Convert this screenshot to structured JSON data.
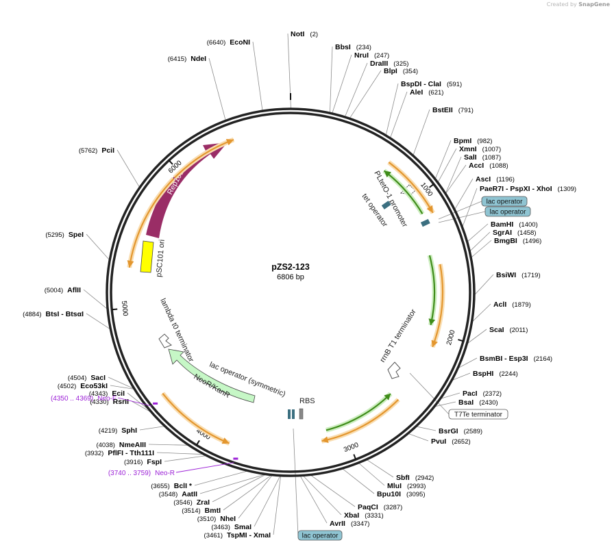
{
  "credit": {
    "prefix": "Created by",
    "brand": "SnapGene"
  },
  "plasmid": {
    "name": "pZS2-123",
    "length": "6806 bp",
    "total_bp": 6806
  },
  "ticks": [
    "1000",
    "2000",
    "3000",
    "4000",
    "5000",
    "6000"
  ],
  "sites": [
    {
      "name": "NotI",
      "pos": "(2)",
      "bp": 2,
      "side": "R"
    },
    {
      "name": "BbsI",
      "pos": "(234)",
      "bp": 234,
      "side": "R"
    },
    {
      "name": "NruI",
      "pos": "(247)",
      "bp": 247,
      "side": "R"
    },
    {
      "name": "DraIII",
      "pos": "(325)",
      "bp": 325,
      "side": "R"
    },
    {
      "name": "BlpI",
      "pos": "(354)",
      "bp": 354,
      "side": "R"
    },
    {
      "name": "BspDI - ClaI",
      "pos": "(591)",
      "bp": 591,
      "side": "R"
    },
    {
      "name": "AleI",
      "pos": "(621)",
      "bp": 621,
      "side": "R"
    },
    {
      "name": "BstEII",
      "pos": "(791)",
      "bp": 791,
      "side": "R"
    },
    {
      "name": "BpmI",
      "pos": "(982)",
      "bp": 982,
      "side": "R"
    },
    {
      "name": "XmnI",
      "pos": "(1007)",
      "bp": 1007,
      "side": "R"
    },
    {
      "name": "SalI",
      "pos": "(1087)",
      "bp": 1087,
      "side": "R"
    },
    {
      "name": "AccI",
      "pos": "(1088)",
      "bp": 1088,
      "side": "R"
    },
    {
      "name": "AscI",
      "pos": "(1196)",
      "bp": 1196,
      "side": "R"
    },
    {
      "name": "PaeR7I - PspXI - XhoI",
      "pos": "(1309)",
      "bp": 1309,
      "side": "R"
    },
    {
      "name": "BamHI",
      "pos": "(1400)",
      "bp": 1400,
      "side": "R"
    },
    {
      "name": "SgrAI",
      "pos": "(1458)",
      "bp": 1458,
      "side": "R"
    },
    {
      "name": "BmgBI",
      "pos": "(1496)",
      "bp": 1496,
      "side": "R"
    },
    {
      "name": "BsiWI",
      "pos": "(1719)",
      "bp": 1719,
      "side": "R"
    },
    {
      "name": "AclI",
      "pos": "(1879)",
      "bp": 1879,
      "side": "R"
    },
    {
      "name": "ScaI",
      "pos": "(2011)",
      "bp": 2011,
      "side": "R"
    },
    {
      "name": "BsmBI - Esp3I",
      "pos": "(2164)",
      "bp": 2164,
      "side": "R"
    },
    {
      "name": "BspHI",
      "pos": "(2244)",
      "bp": 2244,
      "side": "R"
    },
    {
      "name": "PacI",
      "pos": "(2372)",
      "bp": 2372,
      "side": "R"
    },
    {
      "name": "BsaI",
      "pos": "(2430)",
      "bp": 2430,
      "side": "R"
    },
    {
      "name": "BsrGI",
      "pos": "(2589)",
      "bp": 2589,
      "side": "R"
    },
    {
      "name": "PvuI",
      "pos": "(2652)",
      "bp": 2652,
      "side": "R"
    },
    {
      "name": "SbfI",
      "pos": "(2942)",
      "bp": 2942,
      "side": "R"
    },
    {
      "name": "MluI",
      "pos": "(2993)",
      "bp": 2993,
      "side": "R"
    },
    {
      "name": "Bpu10I",
      "pos": "(3095)",
      "bp": 3095,
      "side": "R"
    },
    {
      "name": "PaqCI",
      "pos": "(3287)",
      "bp": 3287,
      "side": "R"
    },
    {
      "name": "XbaI",
      "pos": "(3331)",
      "bp": 3331,
      "side": "R"
    },
    {
      "name": "AvrII",
      "pos": "(3347)",
      "bp": 3347,
      "side": "R"
    },
    {
      "name": "TspMI - XmaI",
      "pos": "(3461)",
      "bp": 3461,
      "side": "L"
    },
    {
      "name": "SmaI",
      "pos": "(3463)",
      "bp": 3463,
      "side": "L"
    },
    {
      "name": "NheI",
      "pos": "(3510)",
      "bp": 3510,
      "side": "L"
    },
    {
      "name": "BmtI",
      "pos": "(3514)",
      "bp": 3514,
      "side": "L"
    },
    {
      "name": "ZraI",
      "pos": "(3546)",
      "bp": 3546,
      "side": "L"
    },
    {
      "name": "AatII",
      "pos": "(3548)",
      "bp": 3548,
      "side": "L"
    },
    {
      "name": "BclI *",
      "pos": "(3655)",
      "bp": 3655,
      "side": "L"
    },
    {
      "name": "FspI",
      "pos": "(3916)",
      "bp": 3916,
      "side": "L"
    },
    {
      "name": "PflFI - Tth111I",
      "pos": "(3932)",
      "bp": 3932,
      "side": "L"
    },
    {
      "name": "NmeAIII",
      "pos": "(4038)",
      "bp": 4038,
      "side": "L"
    },
    {
      "name": "SphI",
      "pos": "(4219)",
      "bp": 4219,
      "side": "L"
    },
    {
      "name": "RsrII",
      "pos": "(4330)",
      "bp": 4330,
      "side": "L"
    },
    {
      "name": "EciI",
      "pos": "(4343)",
      "bp": 4343,
      "side": "L"
    },
    {
      "name": "Eco53kI",
      "pos": "(4502)",
      "bp": 4502,
      "side": "L"
    },
    {
      "name": "SacI",
      "pos": "(4504)",
      "bp": 4504,
      "side": "L"
    },
    {
      "name": "BtsI - BtsαI",
      "pos": "(4884)",
      "bp": 4884,
      "side": "L"
    },
    {
      "name": "AflII",
      "pos": "(5004)",
      "bp": 5004,
      "side": "L"
    },
    {
      "name": "SpeI",
      "pos": "(5295)",
      "bp": 5295,
      "side": "L"
    },
    {
      "name": "PciI",
      "pos": "(5762)",
      "bp": 5762,
      "side": "L"
    },
    {
      "name": "NdeI",
      "pos": "(6415)",
      "bp": 6415,
      "side": "L"
    },
    {
      "name": "EcoNI",
      "pos": "(6640)",
      "bp": 6640,
      "side": "L"
    }
  ],
  "primers": [
    {
      "name": "Neo-F",
      "pos": "(4350 .. 4369)",
      "bp": 4360
    },
    {
      "name": "Neo-R",
      "pos": "(3740 .. 3759)",
      "bp": 3750
    }
  ],
  "boxed_features": [
    {
      "label": "lac operator",
      "style": "blue"
    },
    {
      "label": "lac operator",
      "style": "blue"
    },
    {
      "label": "T7Te terminator",
      "style": "white"
    },
    {
      "label": "lac operator",
      "style": "blue"
    }
  ],
  "features": {
    "rep101": "Rep101",
    "psc101_ori": "pSC101 ori",
    "pltet_promoter": "PLtetO-1 promoter",
    "tet_operator": "tet operator",
    "rrnb_t1_terminator": "rrnB T1 terminator",
    "neor_kanr": "NeoR/KanR",
    "lac_operator_sym": "lac operator (symmetric)",
    "rbs": "RBS",
    "lambda_t0_terminator": "lambda t0 terminator"
  },
  "colors": {
    "backbone": "#222222",
    "orange": "#e3962e",
    "orange_halo": "#f9ddb0",
    "green": "#3f8c1a",
    "green_halo": "#cdeec0",
    "rep101": "#9a2d66",
    "ori": "#ffff00",
    "neor_fill": "#c6f7c6",
    "primer": "#9b1fd6",
    "lac_box": "#8fc4d2",
    "tet_op": "#3b6f80"
  }
}
